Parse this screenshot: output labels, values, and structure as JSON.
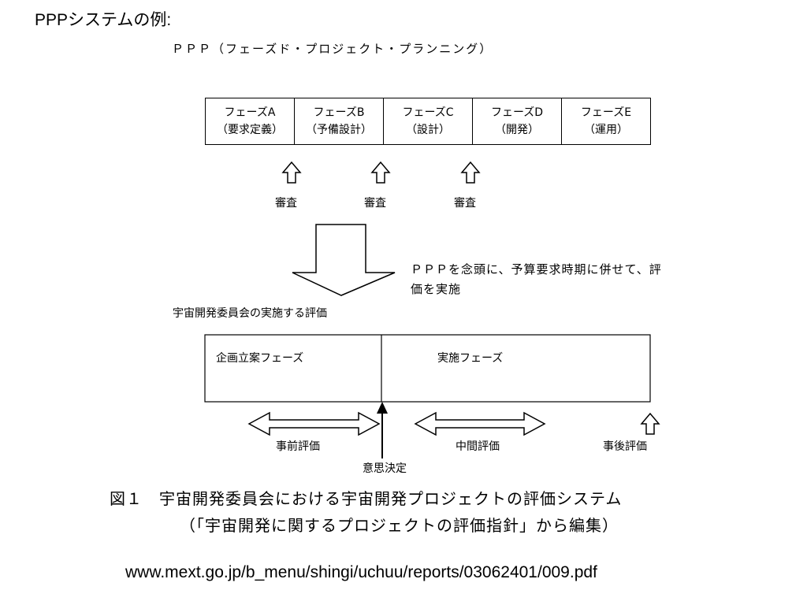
{
  "slide_title": "PPPシステムの例:",
  "ppp_heading": "ＰＰＰ（フェーズド・プロジェクト・プランニング）",
  "phases": [
    {
      "name": "フェーズA",
      "sub": "（要求定義）"
    },
    {
      "name": "フェーズB",
      "sub": "（予備設計）"
    },
    {
      "name": "フェーズC",
      "sub": "（設計）"
    },
    {
      "name": "フェーズD",
      "sub": "（開発）"
    },
    {
      "name": "フェーズE",
      "sub": "（運用）"
    }
  ],
  "review_label": "審査",
  "note_line1": "ＰＰＰを念頭に、予算要求時期に併せて、評",
  "note_line2": "価を実施",
  "committee_label": "宇宙開発委員会の実施する評価",
  "planning_phase": "企画立案フェーズ",
  "implementation_phase": "実施フェーズ",
  "pre_evaluation": "事前評価",
  "mid_evaluation": "中間評価",
  "post_evaluation": "事後評価",
  "decision": "意思決定",
  "caption_line1": "図１　宇宙開発委員会における宇宙開発プロジェクトの評価システム",
  "caption_line2": "（「宇宙開発に関するプロジェクトの評価指針」から編集）",
  "source_url": "www.mext.go.jp/b_menu/shingi/uchuu/reports/03062401/009.pdf"
}
